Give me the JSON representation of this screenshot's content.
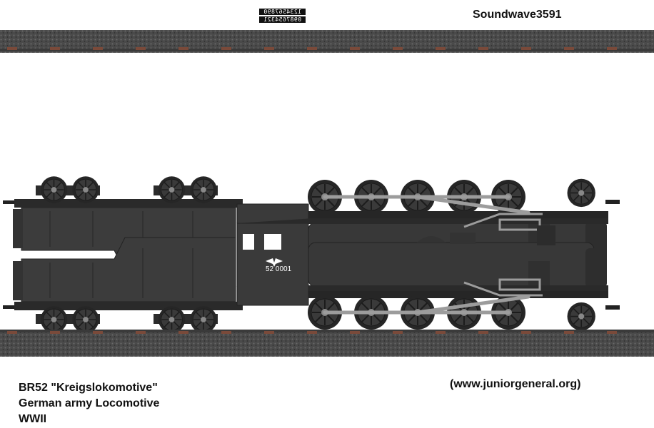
{
  "header": {
    "author": "Soundwave3591",
    "scale_line_1": "1234567890",
    "scale_line_2": "0987654321"
  },
  "locomotive": {
    "number_plate": "52 0001",
    "body_color": "#3c3c3c",
    "rod_color": "#9c9c9c",
    "rail_color": "#444444"
  },
  "caption": {
    "line1": "BR52 \"Kreigslokomotive\"",
    "line2": "German army Locomotive",
    "line3": "WWII"
  },
  "footer": {
    "website": "(www.juniorgeneral.org)"
  }
}
